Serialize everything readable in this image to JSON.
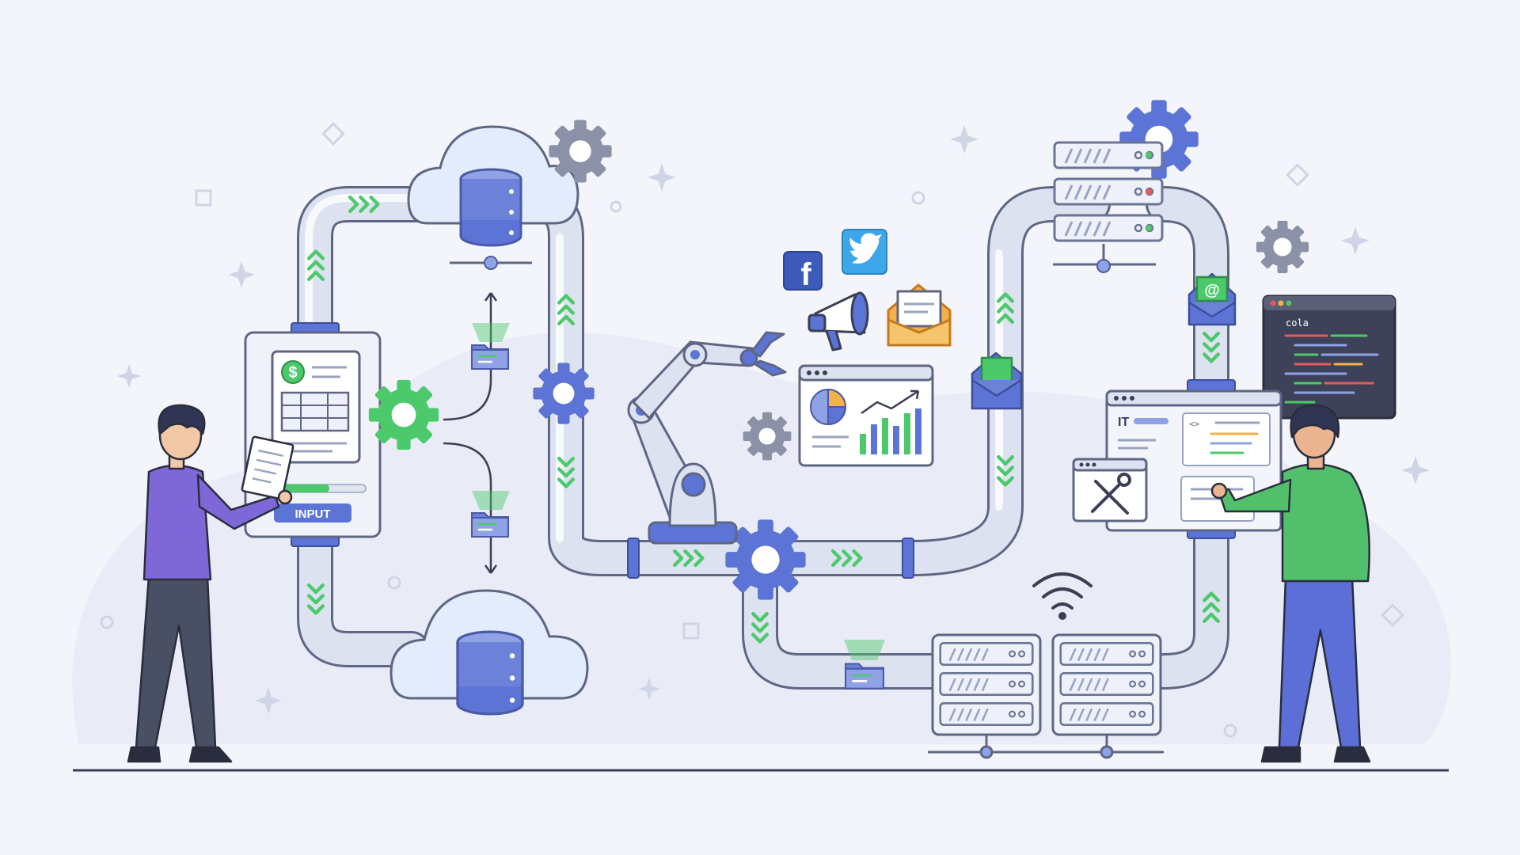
{
  "labels": {
    "input_button": "INPUT",
    "it_window": "IT",
    "code_window": "cola",
    "email_at": "@",
    "currency": "$",
    "facebook": "f"
  },
  "icons": [
    "cloud-database-icon",
    "gear-icon",
    "folder-icon",
    "robot-arm-icon",
    "facebook-icon",
    "twitter-icon",
    "megaphone-icon",
    "envelope-icon",
    "analytics-window-icon",
    "server-rack-icon",
    "wifi-icon",
    "wrench-screwdriver-icon",
    "code-window-icon",
    "sparkle-icon",
    "chevron-arrows-icon"
  ],
  "colors": {
    "background": "#f4f5fa",
    "pipe": "#dde2f0",
    "accent_blue": "#5b74d6",
    "accent_green": "#4cc96b",
    "facebook": "#3d5bb8",
    "twitter": "#3ea6ea",
    "envelope": "#f4b04a",
    "person_left_shirt": "#7e68d8",
    "person_right_shirt": "#52c06a"
  }
}
